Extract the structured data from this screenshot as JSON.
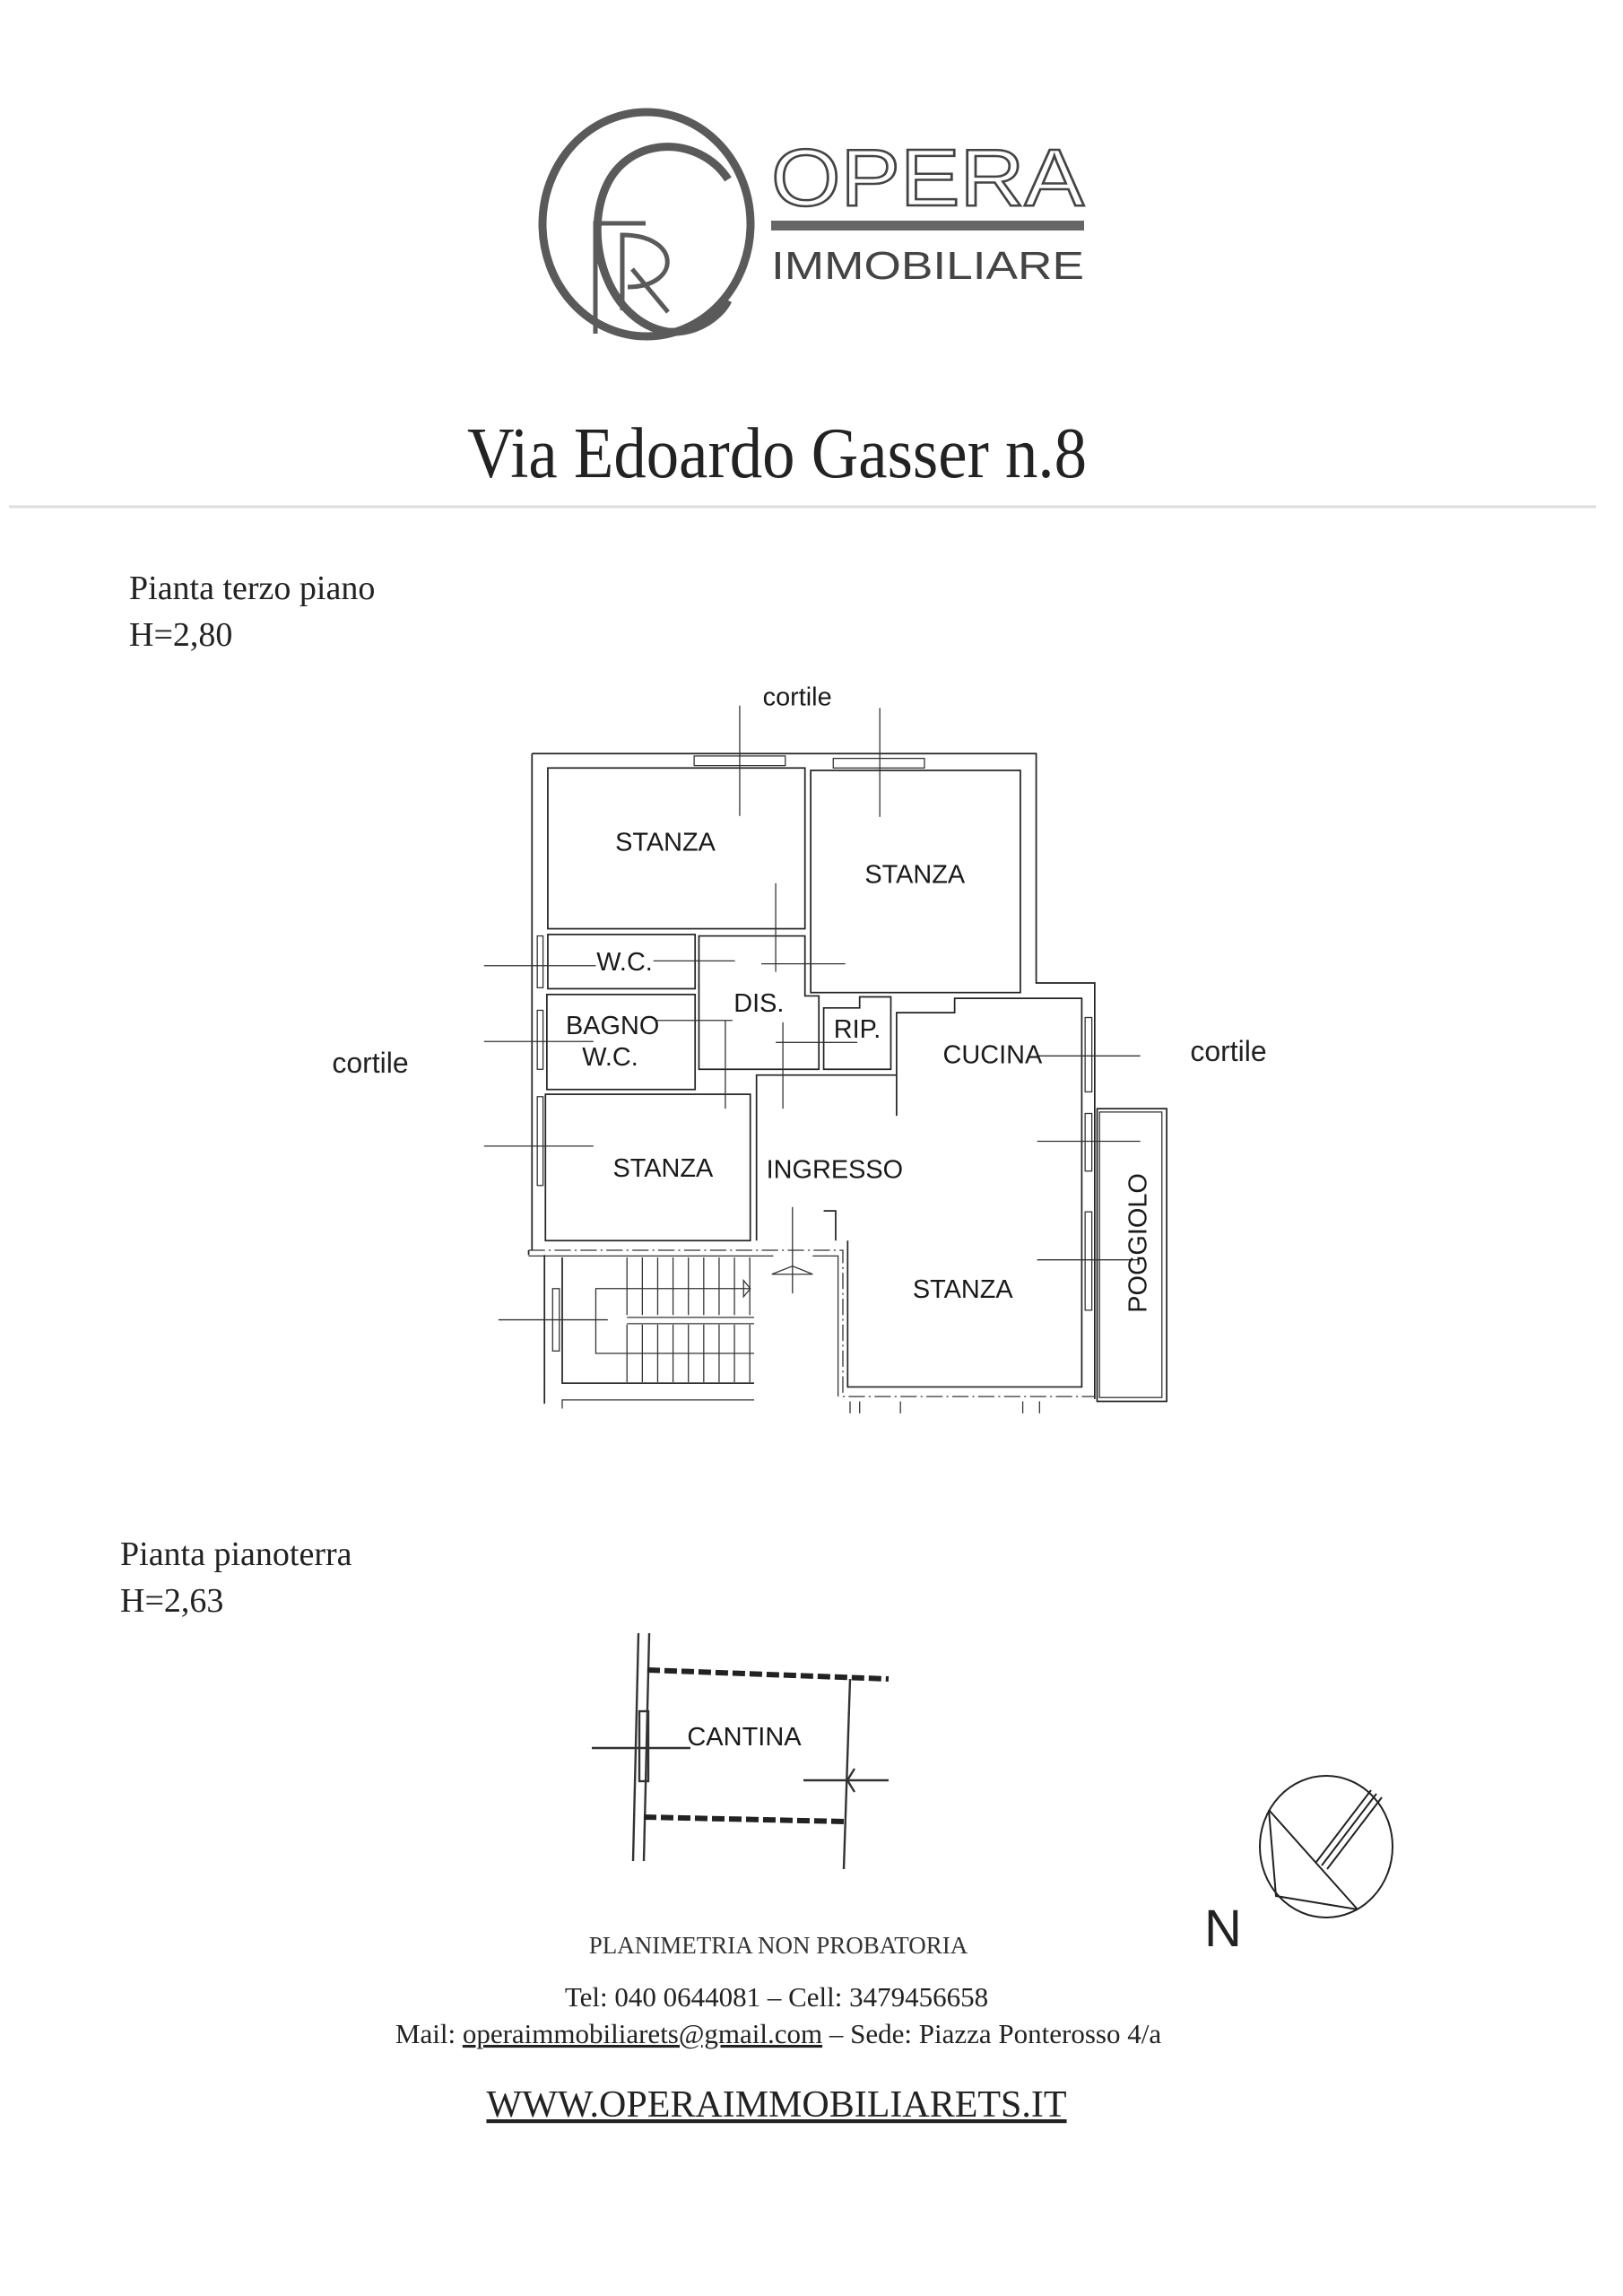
{
  "logo": {
    "brand": "OPERA",
    "subtitle": "IMMOBILIARE",
    "monogram": "OPR"
  },
  "title": "Via Edoardo Gasser n.8",
  "floor_third": {
    "heading": "Pianta terzo piano",
    "height": "H=2,80",
    "surroundings": {
      "top": "cortile",
      "left": "cortile",
      "right": "cortile"
    },
    "rooms": {
      "stanza_nw": "STANZA",
      "stanza_ne": "STANZA",
      "wc": "W.C.",
      "dis": "DIS.",
      "bagno_line1": "BAGNO",
      "bagno_line2": "W.C.",
      "rip": "RIP.",
      "cucina": "CUCINA",
      "stanza_sw": "STANZA",
      "ingresso": "INGRESSO",
      "stanza_se": "STANZA",
      "poggiolo": "POGGIOLO"
    }
  },
  "floor_ground": {
    "heading": "Pianta pianoterra",
    "height": "H=2,63",
    "rooms": {
      "cantina": "CANTINA"
    }
  },
  "compass": {
    "north_label": "N"
  },
  "footer": {
    "disclaimer": "PLANIMETRIA NON PROBATORIA",
    "tel_line": "Tel: 040 0644081 – Cell: 3479456658",
    "mail_prefix": "Mail: ",
    "email": "operaimmobiliarets@gmail.com",
    "sede": " – Sede: Piazza Ponterosso 4/a",
    "website": "WWW.OPERAIMMOBILIARETS.IT"
  }
}
